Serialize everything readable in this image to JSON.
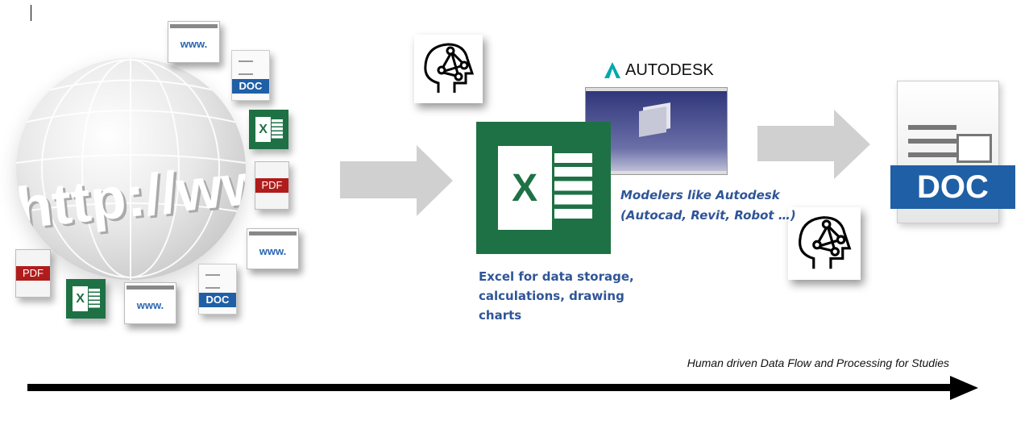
{
  "globe": {
    "url_text": "http://ww"
  },
  "icons": {
    "www": "www.",
    "doc": "DOC",
    "pdf": "PDF",
    "xls": "X"
  },
  "autodesk": {
    "logo_text": "AUTODESK"
  },
  "notes": {
    "modelers": [
      "Modelers like Autodesk",
      "(Autocad, Revit, Robot …)"
    ],
    "excel": [
      "Excel for data storage,",
      "calculations, drawing",
      "charts"
    ]
  },
  "timeline": {
    "label": "Human driven Data Flow and Processing for Studies"
  },
  "colors": {
    "accent": "#2f5597",
    "excel": "#1e7145",
    "doc": "#1f5fa6",
    "pdf": "#b01c1c",
    "arrow": "#d0d0d0"
  }
}
